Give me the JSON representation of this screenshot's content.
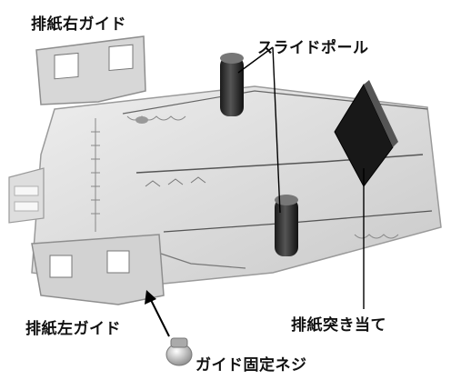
{
  "labels": {
    "right_guide": "排紙右ガイド",
    "slide_pole": "スライドポール",
    "stopper": "排紙突き当て",
    "left_guide": "排紙左ガイド",
    "screw": "ガイド固定ネジ"
  },
  "icons": [
    "slide-pole-icon",
    "guide-screw-icon"
  ]
}
